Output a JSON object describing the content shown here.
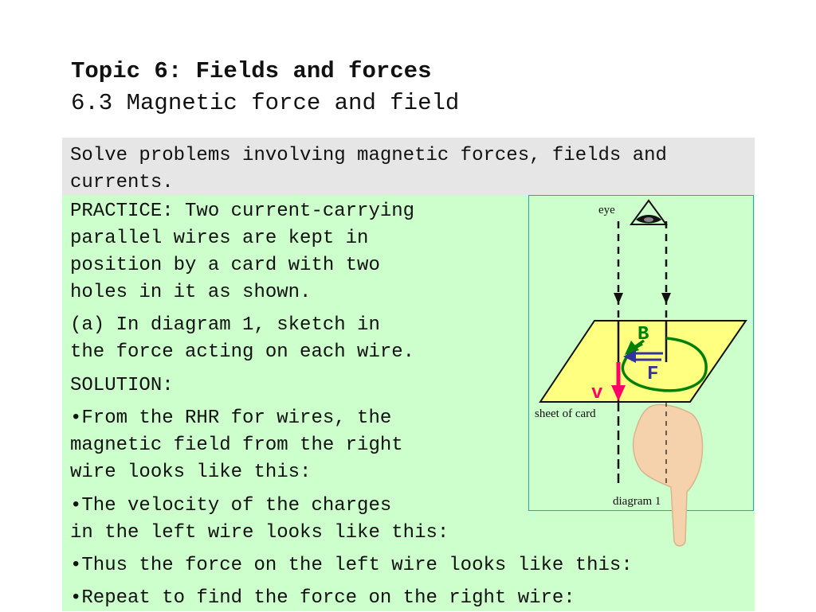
{
  "title": {
    "topic": "Topic 6: Fields and forces",
    "subtopic": "6.3 Magnetic force and field"
  },
  "objective": {
    "text": "Solve problems involving magnetic forces, fields and currents."
  },
  "practice": {
    "intro": "PRACTICE: Two current-carrying\nparallel wires are kept in\nposition by a card with two\nholes in it as shown.",
    "part_a": "(a) In diagram 1, sketch in\nthe force acting on each wire.",
    "solution_label": "SOLUTION:",
    "bullet_1": "•From the RHR for wires, the\nmagnetic field from the right\nwire looks like this:",
    "bullet_2": "•The velocity of the charges\nin the left wire looks like this:",
    "bullet_3": "•Thus the force on the left wire looks like this:",
    "bullet_4": "•Repeat to find the force on the right wire:"
  },
  "diagram": {
    "eye_label": "eye",
    "card_label": "sheet of card",
    "diagram_label": "diagram 1",
    "field_letter": "B",
    "force_letter": "F",
    "velocity_letter": "v",
    "colors": {
      "background": "#ccffcc",
      "card_fill": "#ffff80",
      "field": "#008000",
      "force": "#333399",
      "velocity": "#ff0066",
      "hand": "#f5d2ac"
    }
  }
}
